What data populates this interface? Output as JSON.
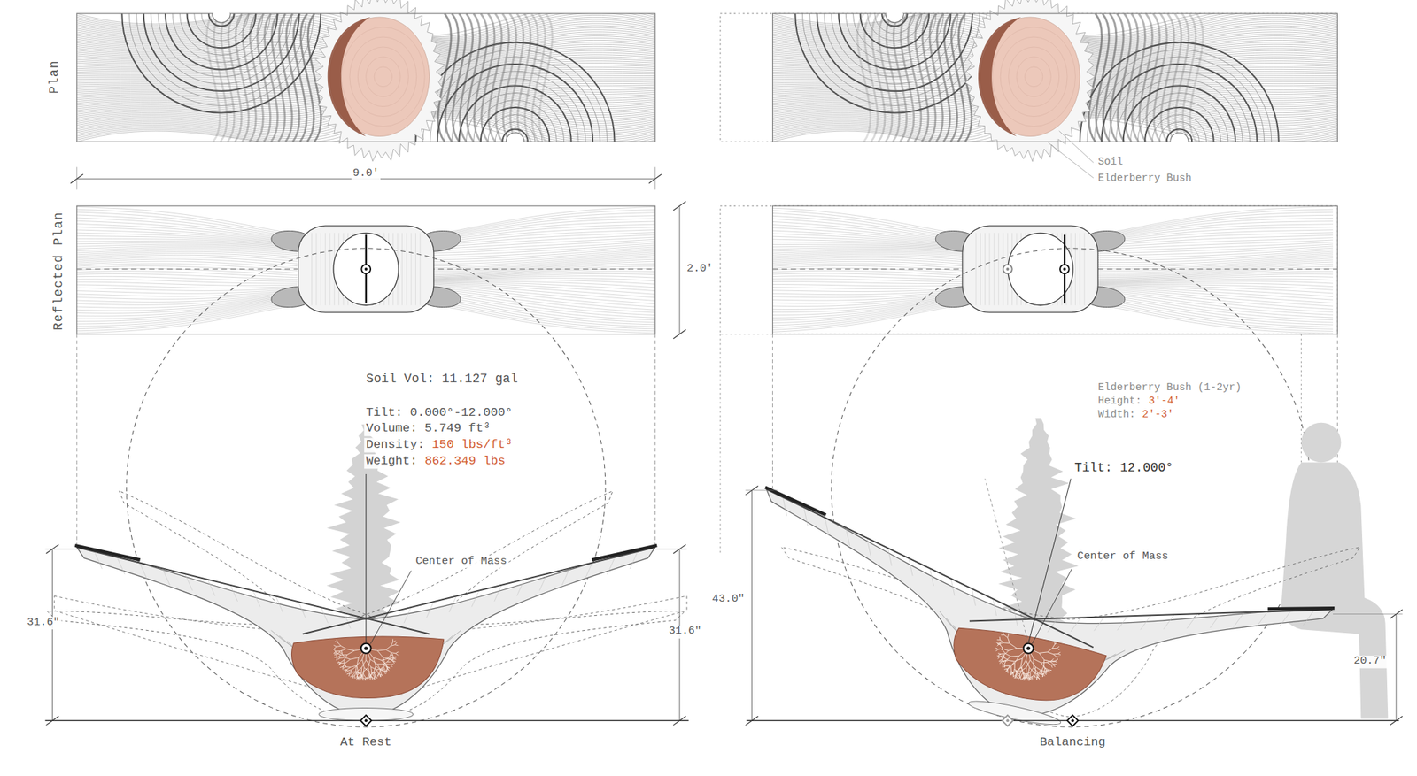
{
  "diagram": {
    "labels": [
      "Plan",
      "Reflected Plan",
      "9.0'",
      "2.0'",
      "Soil Vol: 11.127 gal",
      "Tilt: 0.000°-12.000°",
      "Volume: 5.749 ft³",
      "Density:",
      "150 lbs/ft³",
      "Weight:",
      "862.349 lbs",
      "Center of Mass",
      "31.6\"",
      "31.6\"",
      "At Rest",
      "Soil",
      "Elderberry Bush",
      "Elderberry Bush (1-2yr)",
      "Height:",
      "3'-4'",
      "Width:",
      "2'-3'",
      "Tilt: 12.000°",
      "Center of Mass",
      "43.0\"",
      "20.7\"",
      "Balancing"
    ]
  }
}
